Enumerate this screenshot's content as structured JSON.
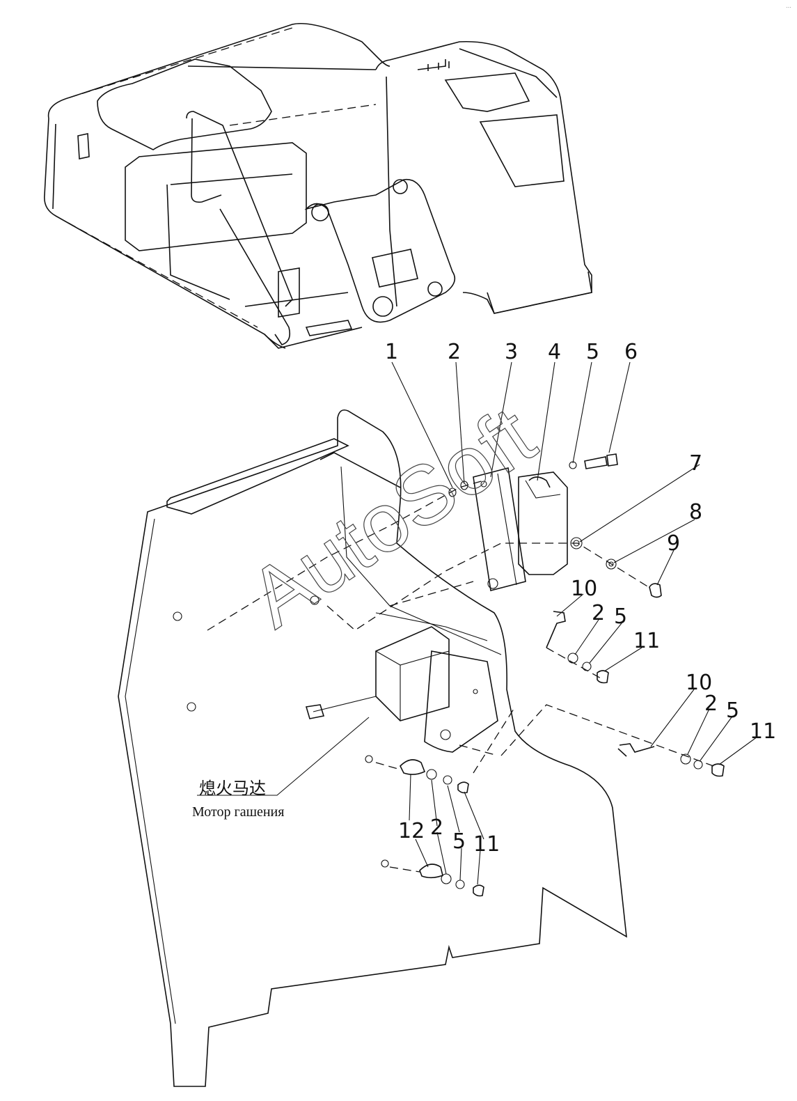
{
  "callouts": [
    "1",
    "2",
    "3",
    "4",
    "5",
    "6",
    "7",
    "8",
    "9",
    "10",
    "2",
    "5",
    "11",
    "10",
    "2",
    "5",
    "11",
    "12",
    "2",
    "5",
    "11"
  ],
  "caption": {
    "chinese": "熄火马达",
    "russian": "Мотор гашения"
  },
  "watermark": "AutoSoft",
  "corner_mark": "…"
}
